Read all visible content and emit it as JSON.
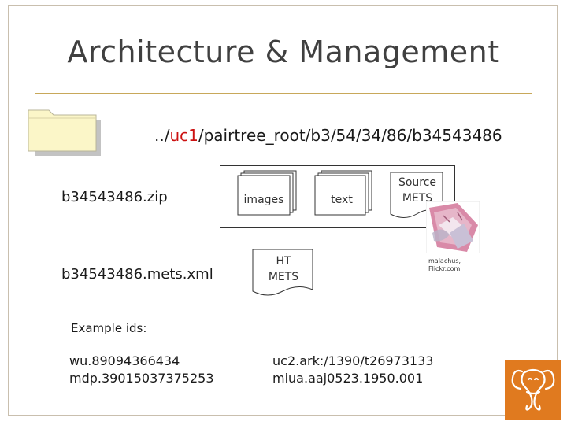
{
  "slide": {
    "title": "Architecture & Management",
    "path": {
      "prefix": "../",
      "highlight": "uc1",
      "suffix": "/pairtree_root/b3/54/34/86/b34543486"
    },
    "files": {
      "zip": "b34543486.zip",
      "mets_xml": "b34543486.mets.xml"
    },
    "docs": {
      "images": "images",
      "text": "text",
      "source_mets_line1": "Source",
      "source_mets_line2": "METS",
      "ht_mets_line1": "HT",
      "ht_mets_line2": "METS"
    },
    "photo_credit": {
      "line1": "malachus,",
      "line2": "Flickr.com"
    },
    "examples": {
      "label": "Example ids:",
      "left": [
        "wu.89094366434",
        "mdp.39015037375253"
      ],
      "right": [
        "uc2.ark:/1390/t26973133",
        "miua.aaj0523.1950.001"
      ]
    }
  },
  "colors": {
    "accent_red": "#cc1111",
    "rule": "#c8a85a",
    "folder": "#fbf6c8",
    "logo_bg": "#e07a1f"
  },
  "icons": [
    "folder-icon",
    "document-stack-icon",
    "document-icon",
    "photo-image",
    "hathitrust-logo"
  ]
}
